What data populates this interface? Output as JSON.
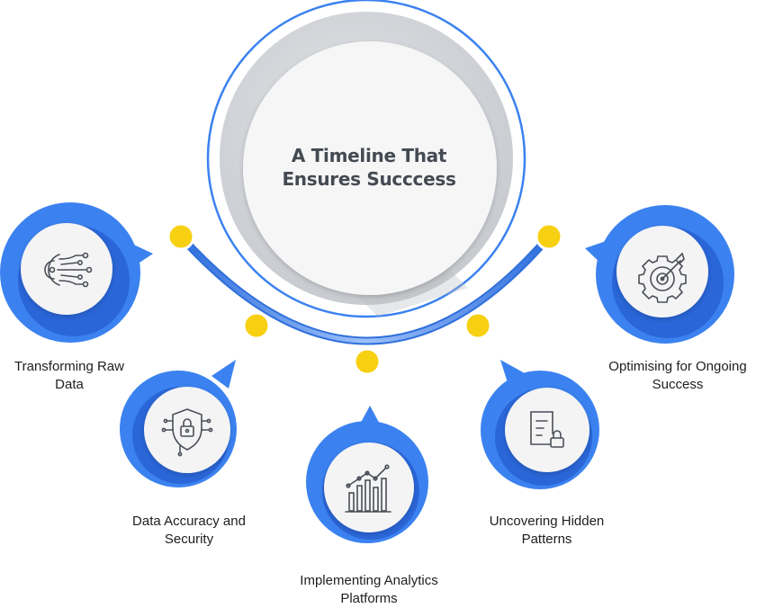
{
  "title": {
    "line1": "A Timeline That",
    "line2": "Ensures Succcess"
  },
  "colors": {
    "blue_light": "#4d92f0",
    "blue_dark": "#2f6fdc",
    "blue_ring": "#3b82f0",
    "gray_ring": "#d0d2d6",
    "yellow_dot": "#f7d012",
    "icon_stroke": "#4a4f57"
  },
  "steps": [
    {
      "id": "step-1",
      "icon": "data-transform-icon",
      "label_line1": "Transforming Raw",
      "label_line2": "Data"
    },
    {
      "id": "step-2",
      "icon": "shield-lock-icon",
      "label_line1": "Data Accuracy and",
      "label_line2": "Security"
    },
    {
      "id": "step-3",
      "icon": "bar-chart-trend-icon",
      "label_line1": "Implementing Analytics",
      "label_line2": "Platforms"
    },
    {
      "id": "step-4",
      "icon": "document-lock-icon",
      "label_line1": "Uncovering Hidden",
      "label_line2": "Patterns"
    },
    {
      "id": "step-5",
      "icon": "gear-target-icon",
      "label_line1": "Optimising for Ongoing",
      "label_line2": "Success"
    }
  ]
}
